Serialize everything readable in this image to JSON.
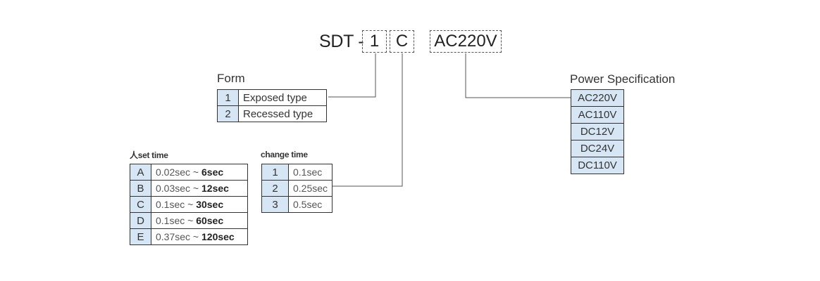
{
  "model": {
    "prefix": "SDT -",
    "code1": "1",
    "code2": "C",
    "code3": "AC220V"
  },
  "form": {
    "title": "Form",
    "rows": [
      {
        "key": "1",
        "value": "Exposed type"
      },
      {
        "key": "2",
        "value": "Recessed type"
      }
    ]
  },
  "set_time": {
    "title": "人set time",
    "rows": [
      {
        "key": "A",
        "from": "0.02sec ~ ",
        "to": "6sec"
      },
      {
        "key": "B",
        "from": "0.03sec ~ ",
        "to": "12sec"
      },
      {
        "key": "C",
        "from": "0.1sec ~ ",
        "to": "30sec"
      },
      {
        "key": "D",
        "from": "0.1sec ~ ",
        "to": "60sec"
      },
      {
        "key": "E",
        "from": "0.37sec ~ ",
        "to": "120sec"
      }
    ]
  },
  "change_time": {
    "title": "change time",
    "rows": [
      {
        "key": "1",
        "value": "0.1sec"
      },
      {
        "key": "2",
        "value": "0.25sec"
      },
      {
        "key": "3",
        "value": "0.5sec"
      }
    ]
  },
  "power": {
    "title": "Power Specification",
    "options": [
      "AC220V",
      "AC110V",
      "DC12V",
      "DC24V",
      "DC110V"
    ]
  }
}
